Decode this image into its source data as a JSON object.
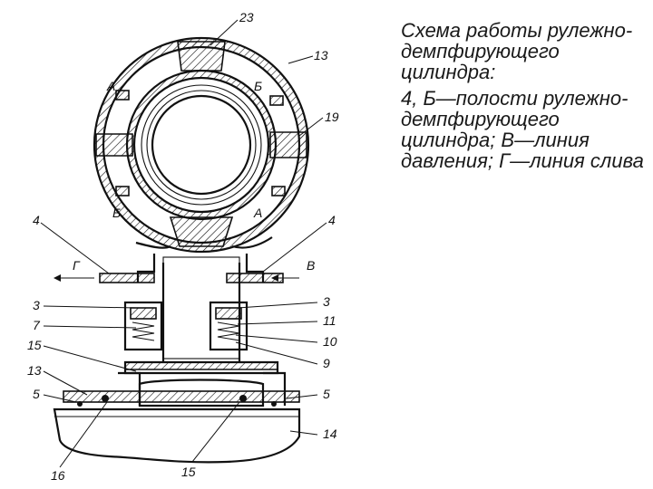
{
  "caption": {
    "title": "Схема работы рулежно-демпфирующего цилиндра:",
    "legend": "4, Б—полости рулежно-демпфирующего цилиндра; В—линия давления; Г—линия слива"
  },
  "labels": {
    "n23": "23",
    "n13_top": "13",
    "n19": "19",
    "a_top": "А",
    "b_top": "Б",
    "b_bottom": "Б",
    "a_bottom": "А",
    "n4_left": "4",
    "n4_right": "4",
    "g": "Г",
    "v": "В",
    "n3_left": "3",
    "n3_right": "3",
    "n7": "7",
    "n11": "11",
    "n10": "10",
    "n9": "9",
    "n15_left": "15",
    "n13_left": "13",
    "n5_left": "5",
    "n5_right": "5",
    "n14": "14",
    "n16": "16",
    "n15_bottom": "15"
  }
}
